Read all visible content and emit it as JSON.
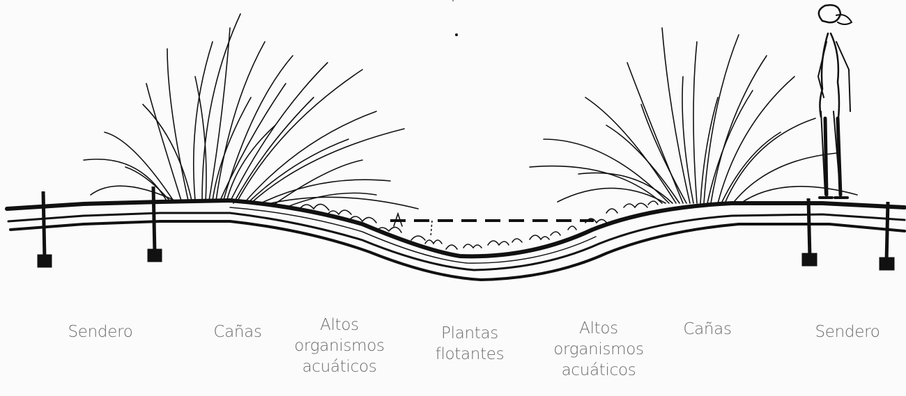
{
  "labels": {
    "sendero_left": "Sendero",
    "canas_left": "Cañas",
    "altos_left": "Altos\norganismos\nacuáticos",
    "plantas": "Plantas\nflotantes",
    "altos_right": "Altos\norganismos\nacuáticos",
    "canas_right": "Cañas",
    "sendero_right": "Sendero"
  },
  "colors": {
    "ink": "#111111",
    "label": "#6b6b6b",
    "paper": "#fbfbfb"
  }
}
